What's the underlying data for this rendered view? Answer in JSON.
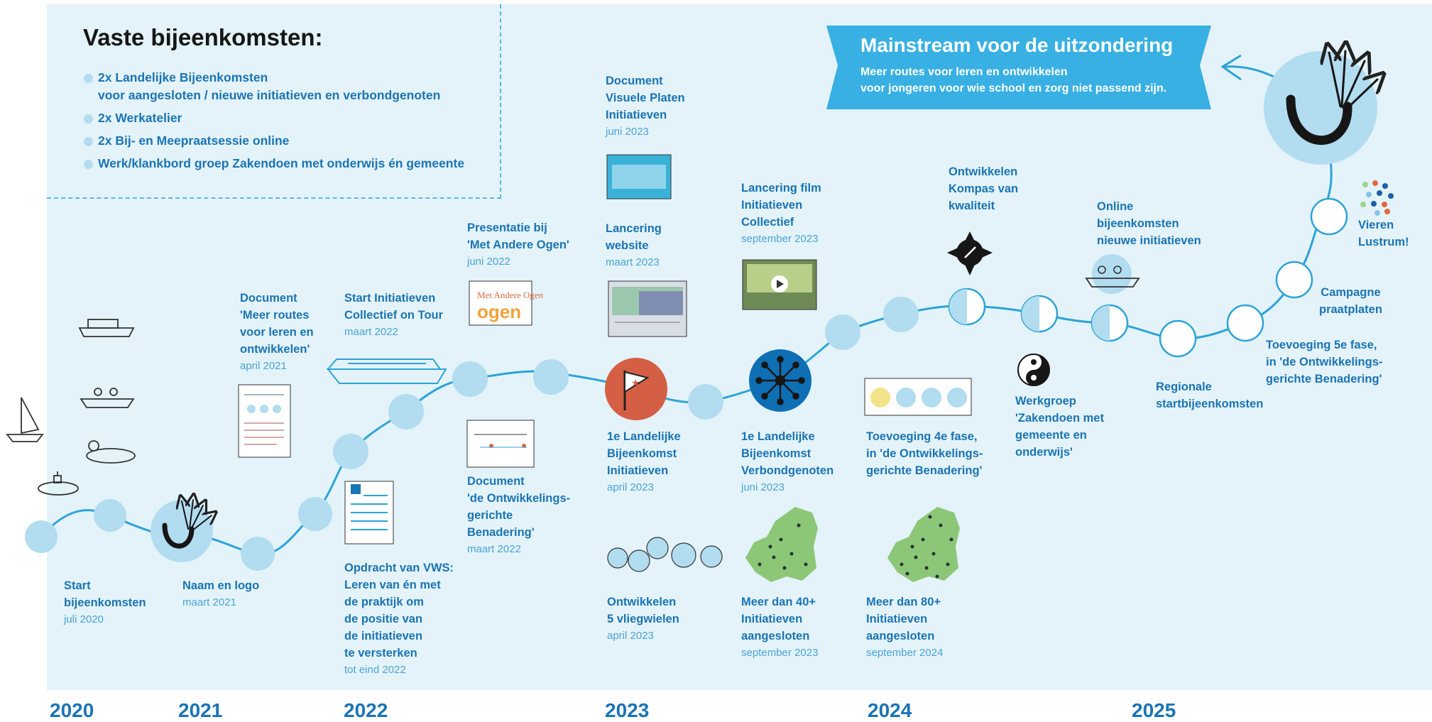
{
  "fixed_meetings": {
    "title": "Vaste bijeenkomsten:",
    "items": [
      "2x Landelijke Bijeenkomsten\nvoor aangesloten / nieuwe initiatieven en verbondgenoten",
      "2x Werkatelier",
      "2x Bij- en Meepraatsessie online",
      "Werk/klankbord groep Zakendoen met onderwijs én gemeente"
    ]
  },
  "banner": {
    "title": "Mainstream voor de uitzondering",
    "subtitle": "Meer routes voor leren en ontwikkelen\nvoor jongeren voor wie school en zorg niet passend zijn."
  },
  "events": [
    {
      "title": "Start\nbijeenkomsten",
      "date": "juli 2020"
    },
    {
      "title": "Naam en logo",
      "date": "maart 2021"
    },
    {
      "title": "Document\n'Meer routes\nvoor leren en\nontwikkelen'",
      "date": "april 2021"
    },
    {
      "title": "Start Initiatieven\nCollectief on Tour",
      "date": "maart 2022"
    },
    {
      "title": "Opdracht van VWS:\nLeren van én met\nde praktijk om\nde positie van\nde initiatieven\nte versterken",
      "date": "tot eind 2022"
    },
    {
      "title": "Presentatie bij\n'Met Andere Ogen'",
      "date": "juni 2022"
    },
    {
      "title": "Document\n'de Ontwikkelings-\ngerichte\nBenadering'",
      "date": "maart 2022"
    },
    {
      "title": "Document\nVisuele Platen\nInitiatieven",
      "date": "juni 2023"
    },
    {
      "title": "Lancering\nwebsite",
      "date": "maart 2023"
    },
    {
      "title": "1e Landelijke\nBijeenkomst\nInitiatieven",
      "date": "april 2023"
    },
    {
      "title": "Ontwikkelen\n5 vliegwielen",
      "date": "april 2023"
    },
    {
      "title": "Lancering film\nInitiatieven\nCollectief",
      "date": "september 2023"
    },
    {
      "title": "1e Landelijke\nBijeenkomst\nVerbondgenoten",
      "date": "juni 2023"
    },
    {
      "title": "Meer dan 40+\nInitiatieven\naangesloten",
      "date": "september 2023"
    },
    {
      "title": "Toevoeging 4e fase,\nin 'de Ontwikkelings-\ngerichte Benadering'",
      "date": ""
    },
    {
      "title": "Meer dan 80+\nInitiatieven\naangesloten",
      "date": "september 2024"
    },
    {
      "title": "Ontwikkelen\nKompas van\nkwaliteit",
      "date": ""
    },
    {
      "title": "Werkgroep\n'Zakendoen met\ngemeente en\nonderwijs'",
      "date": ""
    },
    {
      "title": "Online\nbijeenkomsten\nnieuwe initiatieven",
      "date": ""
    },
    {
      "title": "Regionale\nstartbijeenkomsten",
      "date": ""
    },
    {
      "title": "Toevoeging 5e fase,\nin 'de Ontwikkelings-\ngerichte Benadering'",
      "date": ""
    },
    {
      "title": "Campagne\npraatplaten",
      "date": ""
    },
    {
      "title": "Vieren\nLustrum!",
      "date": ""
    }
  ],
  "thumb_meta_label": "Met Andere Ogen",
  "years": [
    "2020",
    "2021",
    "2022",
    "2023",
    "2024",
    "2025"
  ],
  "colors": {
    "panel": "#e3f3f9",
    "node": "#b2dcf0",
    "line": "#2ea3d7",
    "text": "#1b74b4",
    "date": "#4aa3d8",
    "banner": "#38b0e3",
    "flag_node": "#d45f45",
    "network_node": "#0e6fb5"
  },
  "icons": [
    "sailboat-icon",
    "submarine-icon",
    "rowboat-icon",
    "flag-icon",
    "network-icon",
    "compass-icon",
    "yin-yang-icon",
    "netherlands-map-icon",
    "logo-arrows-icon"
  ]
}
